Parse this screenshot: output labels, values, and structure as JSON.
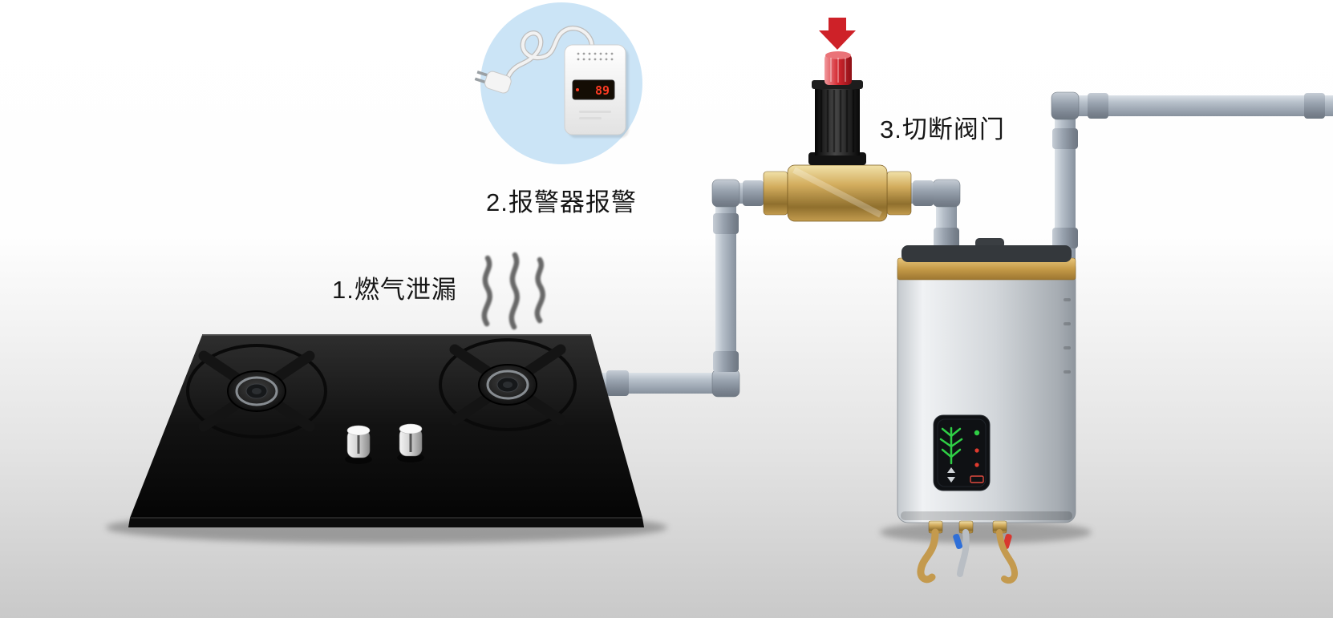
{
  "diagram": {
    "steps": [
      {
        "id": 1,
        "label": "1.燃气泄漏"
      },
      {
        "id": 2,
        "label": "2.报警器报警"
      },
      {
        "id": 3,
        "label": "3.切断阀门"
      }
    ],
    "alarm": {
      "display_value": "89"
    },
    "colors": {
      "background_top": "#ffffff",
      "background_bottom": "#c9c9c9",
      "pipe": "#aeb7c2",
      "brass": "#c49c4e",
      "alarm_circle_blue": "#cbe4f6",
      "arrow_red": "#ce2128",
      "panel_green": "#2fce45",
      "stove_black": "#0d0d0d"
    }
  }
}
